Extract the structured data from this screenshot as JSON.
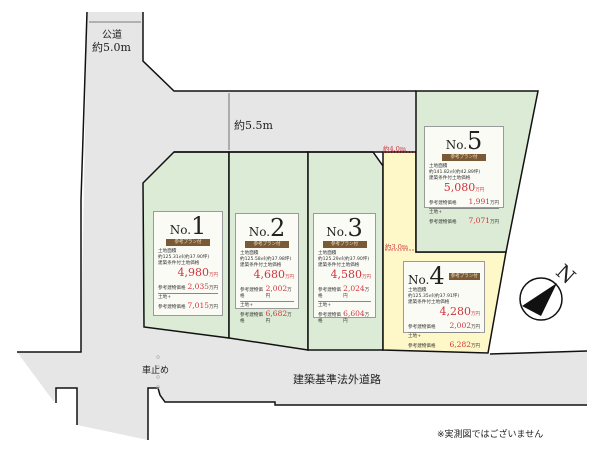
{
  "colors": {
    "lot_green": "#dcebd5",
    "lot_yellow": "#fef8c8",
    "road_grey": "#e6e6e6",
    "price_red": "#d0343c",
    "badge_brown": "#7a5a35"
  },
  "labels": {
    "public_road": "公道",
    "public_road_width": "約5.0m",
    "private_road_width": "約5.5m",
    "width_4": "約4.0m",
    "width_3": "約3.0m",
    "car_stop": "車止め",
    "outside_road": "建築基準法外道路",
    "north": "N",
    "disclaimer": "※実測図ではございません"
  },
  "lot_labels": {
    "no_prefix": "No.",
    "badge": "参考プラン付",
    "area_label": "土地面積",
    "land_price_label": "建築条件付土地価格",
    "unit": "万円",
    "building_label": "参考建物価格",
    "total_label_1": "土地+",
    "total_label_2": "参考建物価格"
  },
  "lots": [
    {
      "no": "1",
      "area": "約125.31㎡(約37.90坪)",
      "land_price": "4,980",
      "building_price": "2,035",
      "total_price": "7,015",
      "color": "green"
    },
    {
      "no": "2",
      "area": "約125.58㎡(約37.98坪)",
      "land_price": "4,680",
      "building_price": "2,002",
      "total_price": "6,682",
      "color": "green"
    },
    {
      "no": "3",
      "area": "約125.29㎡(約37.90坪)",
      "land_price": "4,580",
      "building_price": "2,024",
      "total_price": "6,604",
      "color": "green"
    },
    {
      "no": "4",
      "area": "約125.35㎡(約37.91坪)",
      "land_price": "4,280",
      "building_price": "2,002",
      "total_price": "6,282",
      "color": "yellow"
    },
    {
      "no": "5",
      "area": "約141.82㎡(約42.89坪)",
      "land_price": "5,080",
      "building_price": "1,991",
      "total_price": "7,071",
      "color": "green"
    }
  ],
  "icons": {
    "compass": "north-arrow-compass"
  }
}
